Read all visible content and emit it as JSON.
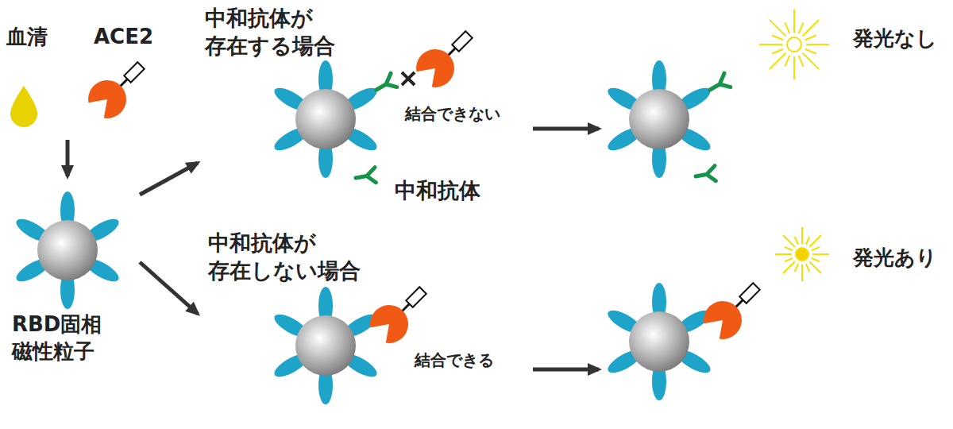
{
  "diagram": {
    "nodes": [
      {
        "text": [
          "血清",
          "ACE2"
        ]
      },
      {
        "text": [
          "RBD固相 磁性粒子"
        ]
      },
      {
        "text": [
          "中和抗体が 存在する場合",
          "結合できない",
          "中和抗体"
        ]
      },
      {
        "text": [
          "中和抗体が 存在しない場合",
          "結合できる"
        ]
      },
      {
        "text": [
          "発光なし"
        ]
      },
      {
        "text": [
          "発光あり"
        ]
      }
    ],
    "edges": [
      {
        "from": 0,
        "to": 1,
        "arrow": "to"
      },
      {
        "from": 1,
        "to": 2,
        "arrow": "to"
      },
      {
        "from": 1,
        "to": 3,
        "arrow": "to"
      },
      {
        "from": 2,
        "to": 4,
        "arrow": "to"
      },
      {
        "from": 3,
        "to": 5,
        "arrow": "to"
      }
    ]
  }
}
